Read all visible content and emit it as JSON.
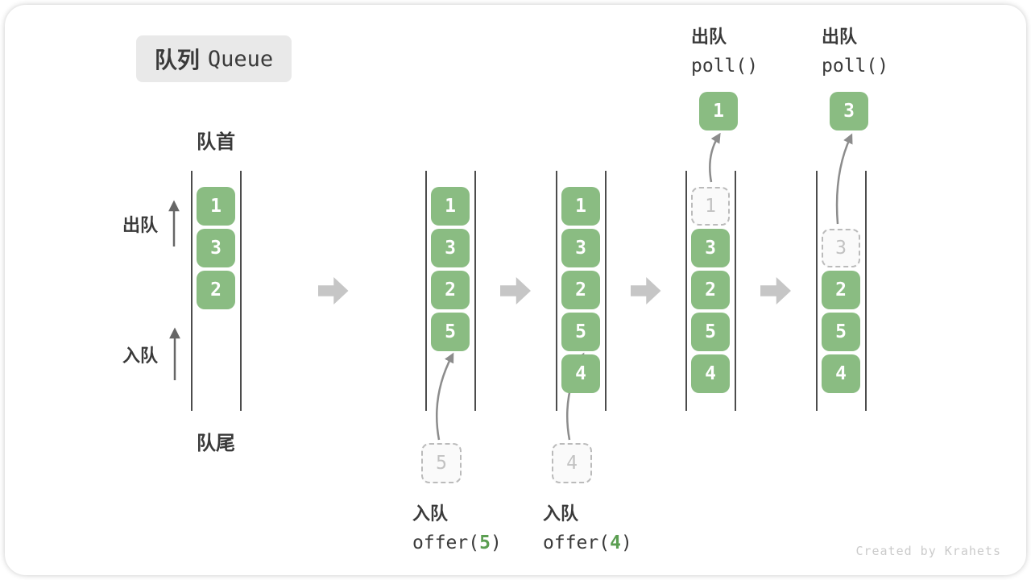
{
  "title": {
    "zh": "队列",
    "en": "Queue"
  },
  "side_labels": {
    "front": "队首",
    "rear": "队尾",
    "dequeue": "出队",
    "enqueue": "入队"
  },
  "watermark": "Created by Krahets",
  "colors": {
    "cell_green": "#8ABC82",
    "cell_text": "#FFFFFF",
    "dashed_border": "#BBBBBB",
    "dashed_text": "#C2C2C2",
    "code_arg_green": "#5B9E51",
    "text_dark": "#3A3A3A",
    "block_arrow_gray": "#C6C6C6",
    "flow_arrow_gray": "#8C8C8C"
  },
  "states": [
    {
      "cells": [
        {
          "value": "1",
          "row": 0,
          "style": "solid"
        },
        {
          "value": "3",
          "row": 1,
          "style": "solid"
        },
        {
          "value": "2",
          "row": 2,
          "style": "solid"
        }
      ]
    },
    {
      "cells": [
        {
          "value": "1",
          "row": 0,
          "style": "solid"
        },
        {
          "value": "3",
          "row": 1,
          "style": "solid"
        },
        {
          "value": "2",
          "row": 2,
          "style": "solid"
        },
        {
          "value": "5",
          "row": 3,
          "style": "solid"
        }
      ],
      "pending": "5",
      "operation": {
        "label": "入队",
        "code_before": "offer(",
        "code_arg": "5",
        "code_after": ")"
      }
    },
    {
      "cells": [
        {
          "value": "1",
          "row": 0,
          "style": "solid"
        },
        {
          "value": "3",
          "row": 1,
          "style": "solid"
        },
        {
          "value": "2",
          "row": 2,
          "style": "solid"
        },
        {
          "value": "5",
          "row": 3,
          "style": "solid"
        },
        {
          "value": "4",
          "row": 4,
          "style": "solid"
        }
      ],
      "pending": "4",
      "operation": {
        "label": "入队",
        "code_before": "offer(",
        "code_arg": "4",
        "code_after": ")"
      }
    },
    {
      "cells": [
        {
          "value": "1",
          "row": 0,
          "style": "dashed"
        },
        {
          "value": "3",
          "row": 1,
          "style": "solid"
        },
        {
          "value": "2",
          "row": 2,
          "style": "solid"
        },
        {
          "value": "5",
          "row": 3,
          "style": "solid"
        },
        {
          "value": "4",
          "row": 4,
          "style": "solid"
        }
      ],
      "popped": "1",
      "operation_top": {
        "label": "出队",
        "code": "poll()"
      }
    },
    {
      "cells": [
        {
          "value": "3",
          "row": 1,
          "style": "dashed"
        },
        {
          "value": "2",
          "row": 2,
          "style": "solid"
        },
        {
          "value": "5",
          "row": 3,
          "style": "solid"
        },
        {
          "value": "4",
          "row": 4,
          "style": "solid"
        }
      ],
      "popped": "3",
      "operation_top": {
        "label": "出队",
        "code": "poll()"
      }
    }
  ]
}
